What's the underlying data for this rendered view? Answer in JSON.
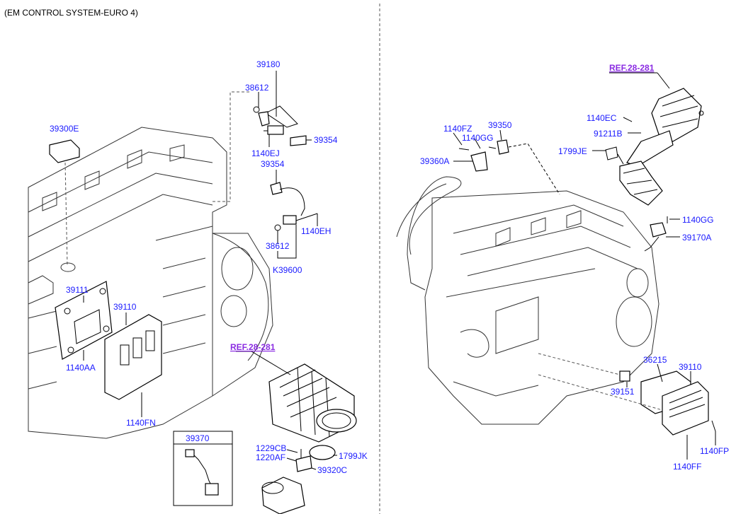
{
  "title": "(EM CONTROL SYSTEM-EURO 4)",
  "refs": {
    "ref_top": "REF.28-281",
    "ref_mid": "REF.28-281"
  },
  "labels": {
    "p39180": "39180",
    "p38612a": "38612",
    "p39300E": "39300E",
    "p1140EJ": "1140EJ",
    "p39354a": "39354",
    "p39354b": "39354",
    "p1140EH": "1140EH",
    "p38612b": "38612",
    "pK39600": "K39600",
    "p39111": "39111",
    "p39110a": "39110",
    "p1140AA": "1140AA",
    "p1140FN": "1140FN",
    "p39370": "39370",
    "p1229CB": "1229CB",
    "p1220AF": "1220AF",
    "p1799JK": "1799JK",
    "p39320C": "39320C",
    "p1140FZ": "1140FZ",
    "p1140GGa": "1140GG",
    "p39350": "39350",
    "p39360A": "39360A",
    "p1140EC": "1140EC",
    "p91211B": "91211B",
    "p1799JE": "1799JE",
    "p1140GGb": "1140GG",
    "p39170A": "39170A",
    "p36215": "36215",
    "p39110b": "39110",
    "p39151": "39151",
    "p1140FP": "1140FP",
    "p1140FF": "1140FF"
  }
}
